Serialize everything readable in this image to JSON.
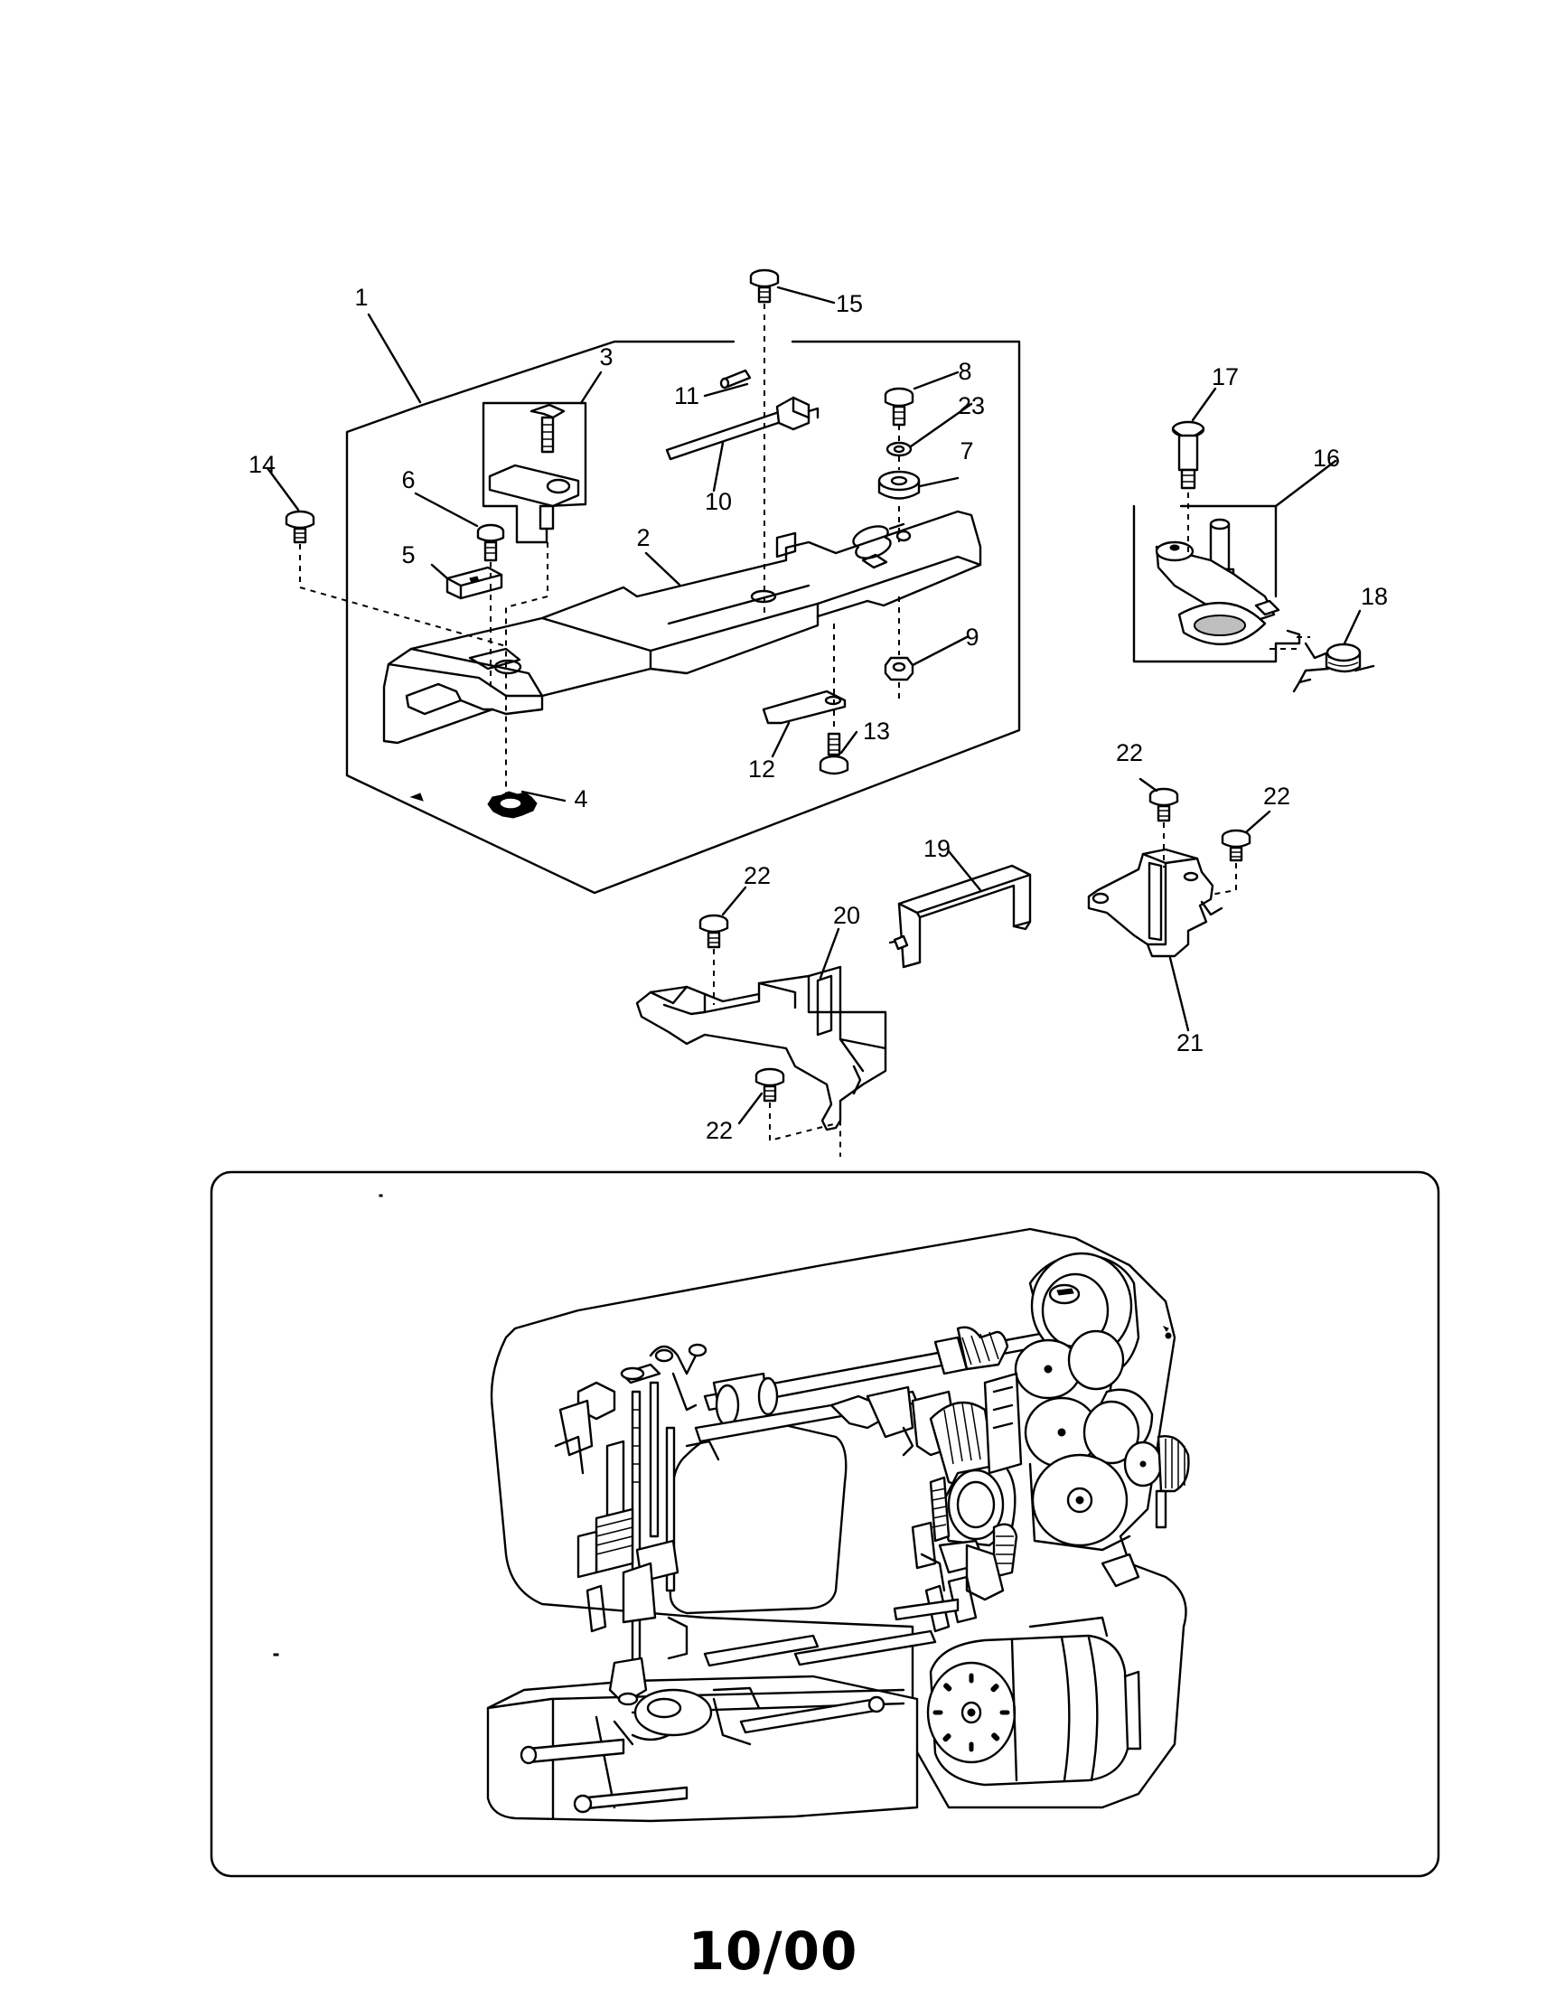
{
  "callouts": {
    "c1": "1",
    "c2": "2",
    "c3": "3",
    "c4": "4",
    "c5": "5",
    "c6": "6",
    "c7": "7",
    "c8": "8",
    "c9": "9",
    "c10": "10",
    "c11": "11",
    "c12": "12",
    "c13": "13",
    "c14": "14",
    "c15": "15",
    "c16": "16",
    "c17": "17",
    "c18": "18",
    "c19": "19",
    "c20": "20",
    "c21": "21",
    "c22a": "22",
    "c22b": "22",
    "c22c": "22",
    "c22d": "22",
    "c23": "23"
  },
  "footer": {
    "date": "10/00"
  },
  "colors": {
    "line": "#000000",
    "background": "#ffffff"
  }
}
